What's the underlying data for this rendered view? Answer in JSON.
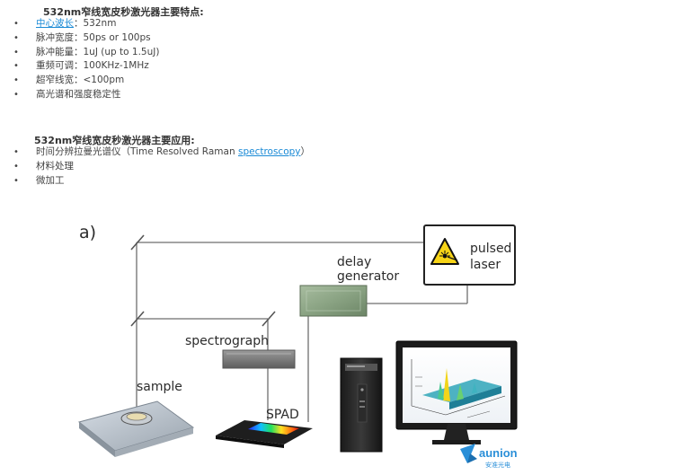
{
  "section1": {
    "title": "532nm窄线宽皮秒激光器主要特点:",
    "items": [
      {
        "label": "中心波长",
        "value": "：532nm"
      },
      {
        "label": "脉冲宽度：",
        "value": "50ps or 100ps"
      },
      {
        "label": "脉冲能量：",
        "value": "1uJ (up to 1.5uJ)"
      },
      {
        "label": "重频可调：",
        "value": "100KHz-1MHz"
      },
      {
        "label": "超窄线宽：",
        "value": "<100pm"
      },
      {
        "label": "高光谱和强度稳定性",
        "value": ""
      }
    ]
  },
  "section2": {
    "title": "532nm窄线宽皮秒激光器主要应用:",
    "items": [
      {
        "text": "时间分辨拉曼光谱仪（Time Resolved Raman ",
        "link": "spectroscopy",
        "suffix": "）"
      },
      {
        "text": "材料处理"
      },
      {
        "text": "微加工"
      }
    ]
  },
  "bullet": "•",
  "diagram": {
    "panel_label": "a)",
    "pulsed_laser": {
      "line1": "pulsed",
      "line2": "laser"
    },
    "delay_generator": {
      "line1": "delay",
      "line2": "generator"
    },
    "spectrograph": "spectrograph",
    "sample": "sample",
    "spad": "SPAD",
    "logo": {
      "name": "aunion",
      "sub": "安准光电"
    },
    "colors": {
      "accent_link": "#1a8ad6",
      "laser_border": "#222222",
      "warning_yellow": "#f7d417",
      "delay_box": "#8aa383",
      "logo_blue": "#2a8fd8"
    }
  }
}
